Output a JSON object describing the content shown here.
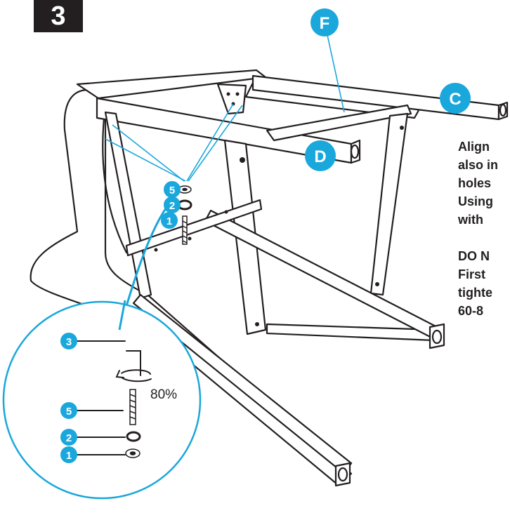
{
  "step_number": "3",
  "colors": {
    "accent": "#1aa7dc",
    "ink": "#231f20",
    "badge_text": "#ffffff"
  },
  "part_labels": {
    "F": "F",
    "C": "C",
    "D": "D"
  },
  "hardware_labels": {
    "washer": "5",
    "lock_washer": "2",
    "bolt": "1"
  },
  "detail": {
    "allen_key_label": "3",
    "washer_label": "5",
    "lock_washer_label": "2",
    "bolt_label": "1",
    "tighten_percent": "80%"
  },
  "instructions": {
    "para1": [
      "Align",
      "also in",
      "holes",
      "Using",
      "with"
    ],
    "para2": [
      "DO N",
      "First",
      "tighte",
      "60-8"
    ]
  }
}
